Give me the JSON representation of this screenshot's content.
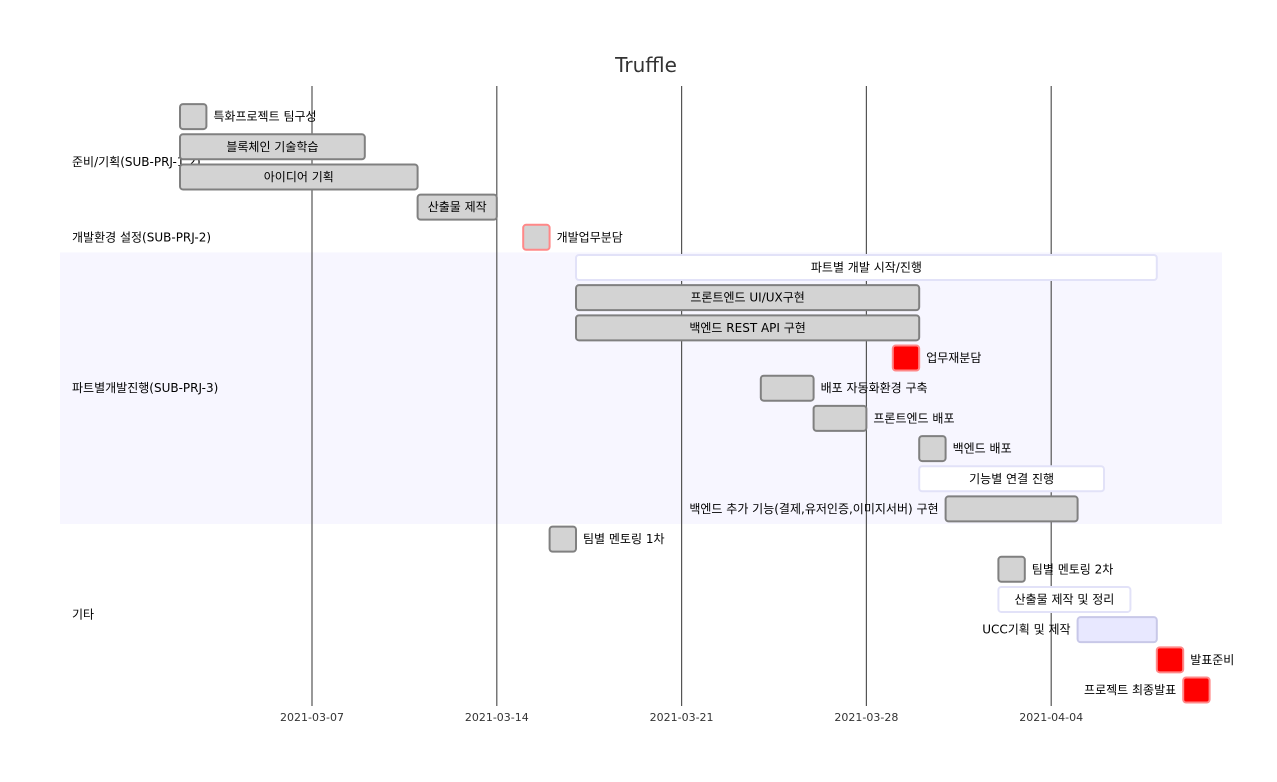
{
  "chart_data": {
    "type": "gantt",
    "title": "Truffle",
    "x_range": [
      "2021-03-01",
      "2021-04-10"
    ],
    "x_ticks": [
      {
        "date": "2021-03-07",
        "label": "2021-03-07"
      },
      {
        "date": "2021-03-14",
        "label": "2021-03-14"
      },
      {
        "date": "2021-03-21",
        "label": "2021-03-21"
      },
      {
        "date": "2021-03-28",
        "label": "2021-03-28"
      },
      {
        "date": "2021-04-04",
        "label": "2021-04-04"
      }
    ],
    "grid": true,
    "sections": [
      {
        "name": "준비/기획(SUB-PRJ-1,2)",
        "shaded": false,
        "first_row": 0,
        "row_count": 4
      },
      {
        "name": "개발환경 설정(SUB-PRJ-2)",
        "shaded": false,
        "first_row": 4,
        "row_count": 1
      },
      {
        "name": "파트별개발진행(SUB-PRJ-3)",
        "shaded": true,
        "first_row": 5,
        "row_count": 9
      },
      {
        "name": "기타",
        "shaded": false,
        "first_row": 14,
        "row_count": 6
      }
    ],
    "tasks": [
      {
        "name": "특화프로젝트 팀구성",
        "start": "2021-03-02",
        "end": "2021-03-03",
        "status": "done"
      },
      {
        "name": "블록체인 기술학습",
        "start": "2021-03-02",
        "end": "2021-03-09",
        "status": "done"
      },
      {
        "name": "아이디어 기획",
        "start": "2021-03-02",
        "end": "2021-03-11",
        "status": "done"
      },
      {
        "name": "산출물 제작",
        "start": "2021-03-11",
        "end": "2021-03-14",
        "status": "done"
      },
      {
        "name": "개발업무분담",
        "start": "2021-03-15",
        "end": "2021-03-16",
        "status": "done-critical"
      },
      {
        "name": "파트별 개발 시작/진행",
        "start": "2021-03-17",
        "end": "2021-04-08",
        "status": "milestone-range"
      },
      {
        "name": "프론트엔드 UI/UX구현",
        "start": "2021-03-17",
        "end": "2021-03-30",
        "status": "done"
      },
      {
        "name": "백엔드 REST API 구현",
        "start": "2021-03-17",
        "end": "2021-03-30",
        "status": "done"
      },
      {
        "name": "업무재분담",
        "start": "2021-03-29",
        "end": "2021-03-30",
        "status": "critical"
      },
      {
        "name": "배포 자동화환경 구축",
        "start": "2021-03-24",
        "end": "2021-03-26",
        "status": "done"
      },
      {
        "name": "프론트엔드 배포",
        "start": "2021-03-26",
        "end": "2021-03-28",
        "status": "done"
      },
      {
        "name": "백엔드 배포",
        "start": "2021-03-30",
        "end": "2021-03-31",
        "status": "done"
      },
      {
        "name": "기능별 연결 진행",
        "start": "2021-03-30",
        "end": "2021-04-06",
        "status": "active-light"
      },
      {
        "name": "백엔드 추가 기능(결제,유저인증,이미지서버) 구현",
        "start": "2021-03-31",
        "end": "2021-04-05",
        "status": "done"
      },
      {
        "name": "팀별 멘토링 1차",
        "start": "2021-03-16",
        "end": "2021-03-17",
        "status": "done"
      },
      {
        "name": "팀별 멘토링 2차",
        "start": "2021-04-02",
        "end": "2021-04-03",
        "status": "done"
      },
      {
        "name": "산출물 제작 및 정리",
        "start": "2021-04-02",
        "end": "2021-04-07",
        "status": "active-light"
      },
      {
        "name": "UCC기획 및 제작",
        "start": "2021-04-05",
        "end": "2021-04-08",
        "status": "active"
      },
      {
        "name": "발표준비",
        "start": "2021-04-08",
        "end": "2021-04-09",
        "status": "critical"
      },
      {
        "name": "프로젝트 최종발표",
        "start": "2021-04-09",
        "end": "2021-04-10",
        "status": "critical"
      }
    ]
  }
}
